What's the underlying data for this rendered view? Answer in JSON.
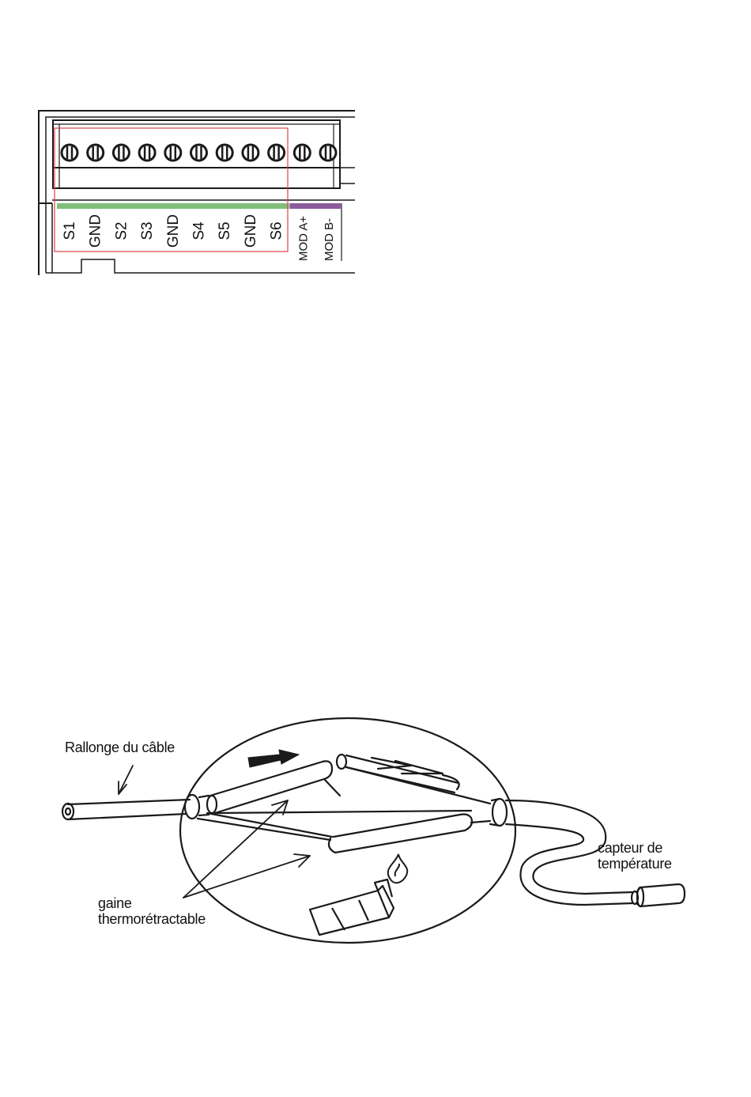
{
  "terminal_block": {
    "terminals": [
      {
        "label": "S1",
        "group": "sensor"
      },
      {
        "label": "GND",
        "group": "sensor"
      },
      {
        "label": "S2",
        "group": "sensor"
      },
      {
        "label": "S3",
        "group": "sensor"
      },
      {
        "label": "GND",
        "group": "sensor"
      },
      {
        "label": "S4",
        "group": "sensor"
      },
      {
        "label": "S5",
        "group": "sensor"
      },
      {
        "label": "GND",
        "group": "sensor"
      },
      {
        "label": "S6",
        "group": "sensor"
      },
      {
        "label": "MOD A+",
        "group": "modbus"
      },
      {
        "label": "MOD B-",
        "group": "modbus"
      }
    ],
    "colors": {
      "sensor_bar": "#7fbf7b",
      "modbus_bar": "#8e5a9e",
      "highlight_box": "#e0424a",
      "line": "#1a1a1a"
    }
  },
  "wiring_diagram": {
    "labels": {
      "cable_extension": "Rallonge du câble",
      "heat_shrink_line1": "gaine",
      "heat_shrink_line2": "thermorétractable",
      "sensor_line1": "capteur de",
      "sensor_line2": "température"
    },
    "icons": [
      "arrow-icon",
      "lighter-icon",
      "flame-icon"
    ]
  }
}
